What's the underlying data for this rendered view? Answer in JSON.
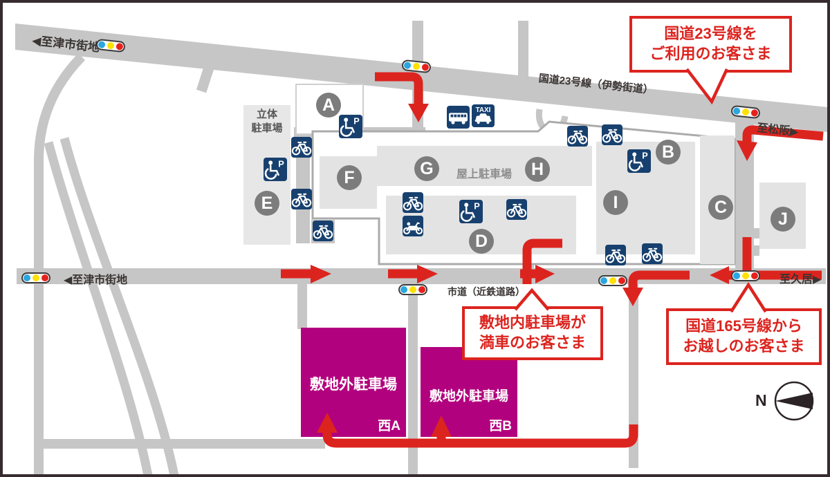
{
  "road_labels": {
    "r23_to_tsu": "◀至津市街地",
    "r23_name": "国道23号線（伊勢街道）",
    "r23_to_matsusaka": "至松阪▶",
    "city_to_tsu": "◀至津市街地",
    "city_name": "市道（近鉄道路）",
    "city_to_hisai": "至久居▶"
  },
  "facility_labels": {
    "multistory_line1": "立体",
    "multistory_line2": "駐車場",
    "rooftop": "屋上駐車場"
  },
  "parking_letters": [
    "A",
    "B",
    "C",
    "D",
    "E",
    "F",
    "G",
    "H",
    "I",
    "J"
  ],
  "offsite_lots": [
    {
      "name": "敷地外駐車場",
      "code": "西A"
    },
    {
      "name": "敷地外駐車場",
      "code": "西B"
    }
  ],
  "callouts": {
    "route23": {
      "line1": "国道23号線を",
      "line2": "ご利用のお客さま"
    },
    "full": {
      "line1": "敷地内駐車場が",
      "line2": "満車のお客さま"
    },
    "route165": {
      "line1": "国道165号線から",
      "line2": "お越しのお客さま"
    }
  },
  "icons": {
    "taxi_label": "TAXI"
  },
  "compass": {
    "label": "N"
  },
  "colors": {
    "route_red": "#dc241f",
    "road_gray": "#c6c6c6",
    "block_gray": "#e3e3e3",
    "parking_magenta": "#b2017e",
    "icon_navy": "#17406e",
    "badge_gray": "#7c7c7c",
    "signal_blue": "#2ba6df",
    "signal_yellow": "#ffe100",
    "signal_red": "#e6211c"
  }
}
